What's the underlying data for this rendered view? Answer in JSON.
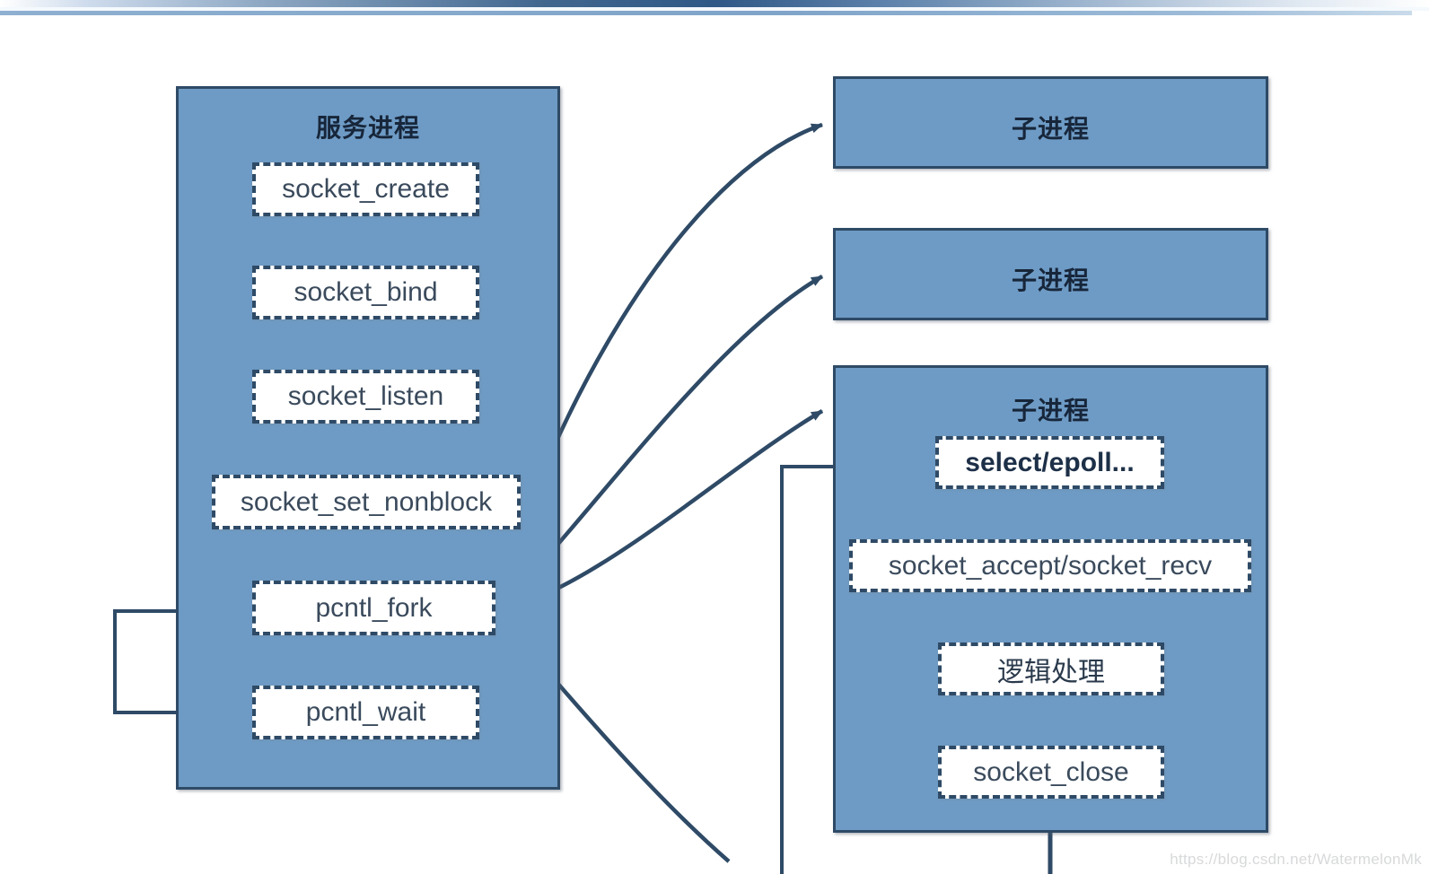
{
  "header": {
    "accent_dark": "#2f5886",
    "accent_light": "#8fb0d0"
  },
  "theme": {
    "container_fill": "#6e9bc5",
    "stroke": "#2e4a66",
    "step_fill": "#ffffff",
    "text": "#3a4a5c"
  },
  "server_process": {
    "title": "服务进程",
    "steps": [
      {
        "label": "socket_create"
      },
      {
        "label": "socket_bind"
      },
      {
        "label": "socket_listen"
      },
      {
        "label": "socket_set_nonblock"
      },
      {
        "label": "pcntl_fork"
      },
      {
        "label": "pcntl_wait"
      }
    ]
  },
  "child_processes": [
    {
      "title": "子进程",
      "expanded": false
    },
    {
      "title": "子进程",
      "expanded": false
    },
    {
      "title": "子进程",
      "expanded": true,
      "steps": [
        {
          "label": "select/epoll...",
          "bold": true
        },
        {
          "label": "socket_accept/socket_recv",
          "bold": false
        },
        {
          "label": "逻辑处理",
          "bold": false
        },
        {
          "label": "socket_close",
          "bold": false
        }
      ]
    }
  ],
  "watermark": "https://blog.csdn.net/WatermelonMk"
}
